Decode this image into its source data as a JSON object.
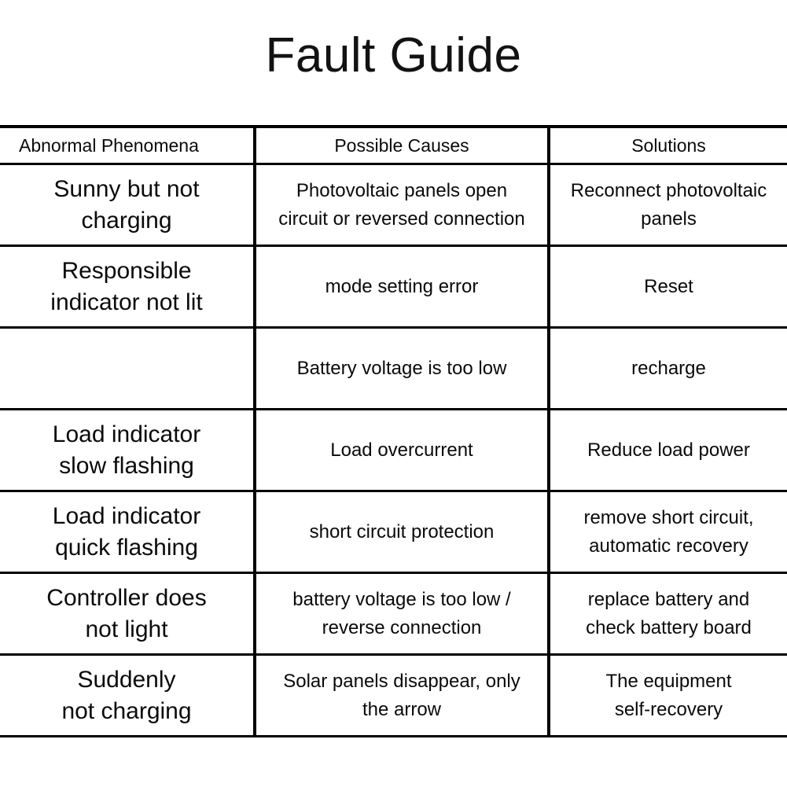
{
  "page": {
    "title": "Fault Guide",
    "background_color": "#ffffff",
    "text_color": "#0a0a0a",
    "border_color": "#000000"
  },
  "table": {
    "columns": [
      {
        "key": "phenomena",
        "header": "Abnormal Phenomena",
        "align": "left"
      },
      {
        "key": "causes",
        "header": "Possible Causes",
        "align": "center"
      },
      {
        "key": "solutions",
        "header": "Solutions",
        "align": "center"
      }
    ],
    "rows": [
      {
        "phenomena_line1": "Sunny but not",
        "phenomena_line2": "charging",
        "causes_line1": "Photovoltaic panels open",
        "causes_line2": "circuit or reversed connection",
        "solutions_line1": "Reconnect photovoltaic",
        "solutions_line2": "panels"
      },
      {
        "phenomena_line1": "Responsible",
        "phenomena_line2": "indicator not lit",
        "causes_line1": "mode setting error",
        "causes_line2": "",
        "solutions_line1": "Reset",
        "solutions_line2": ""
      },
      {
        "phenomena_line1": "",
        "phenomena_line2": "",
        "causes_line1": "Battery voltage is too low",
        "causes_line2": "",
        "solutions_line1": "recharge",
        "solutions_line2": ""
      },
      {
        "phenomena_line1": "Load indicator",
        "phenomena_line2": "slow flashing",
        "causes_line1": "Load overcurrent",
        "causes_line2": "",
        "solutions_line1": "Reduce load power",
        "solutions_line2": ""
      },
      {
        "phenomena_line1": "Load indicator",
        "phenomena_line2": "quick flashing",
        "causes_line1": "short circuit protection",
        "causes_line2": "",
        "solutions_line1": "remove short circuit,",
        "solutions_line2": "automatic recovery"
      },
      {
        "phenomena_line1": "Controller does",
        "phenomena_line2": "not light",
        "causes_line1": "battery voltage is too low /",
        "causes_line2": "reverse connection",
        "solutions_line1": "replace battery and",
        "solutions_line2": "check battery board"
      },
      {
        "phenomena_line1": "Suddenly",
        "phenomena_line2": "not charging",
        "causes_line1": "Solar panels disappear, only",
        "causes_line2": "the arrow",
        "solutions_line1": "The equipment",
        "solutions_line2": "self-recovery"
      }
    ]
  }
}
